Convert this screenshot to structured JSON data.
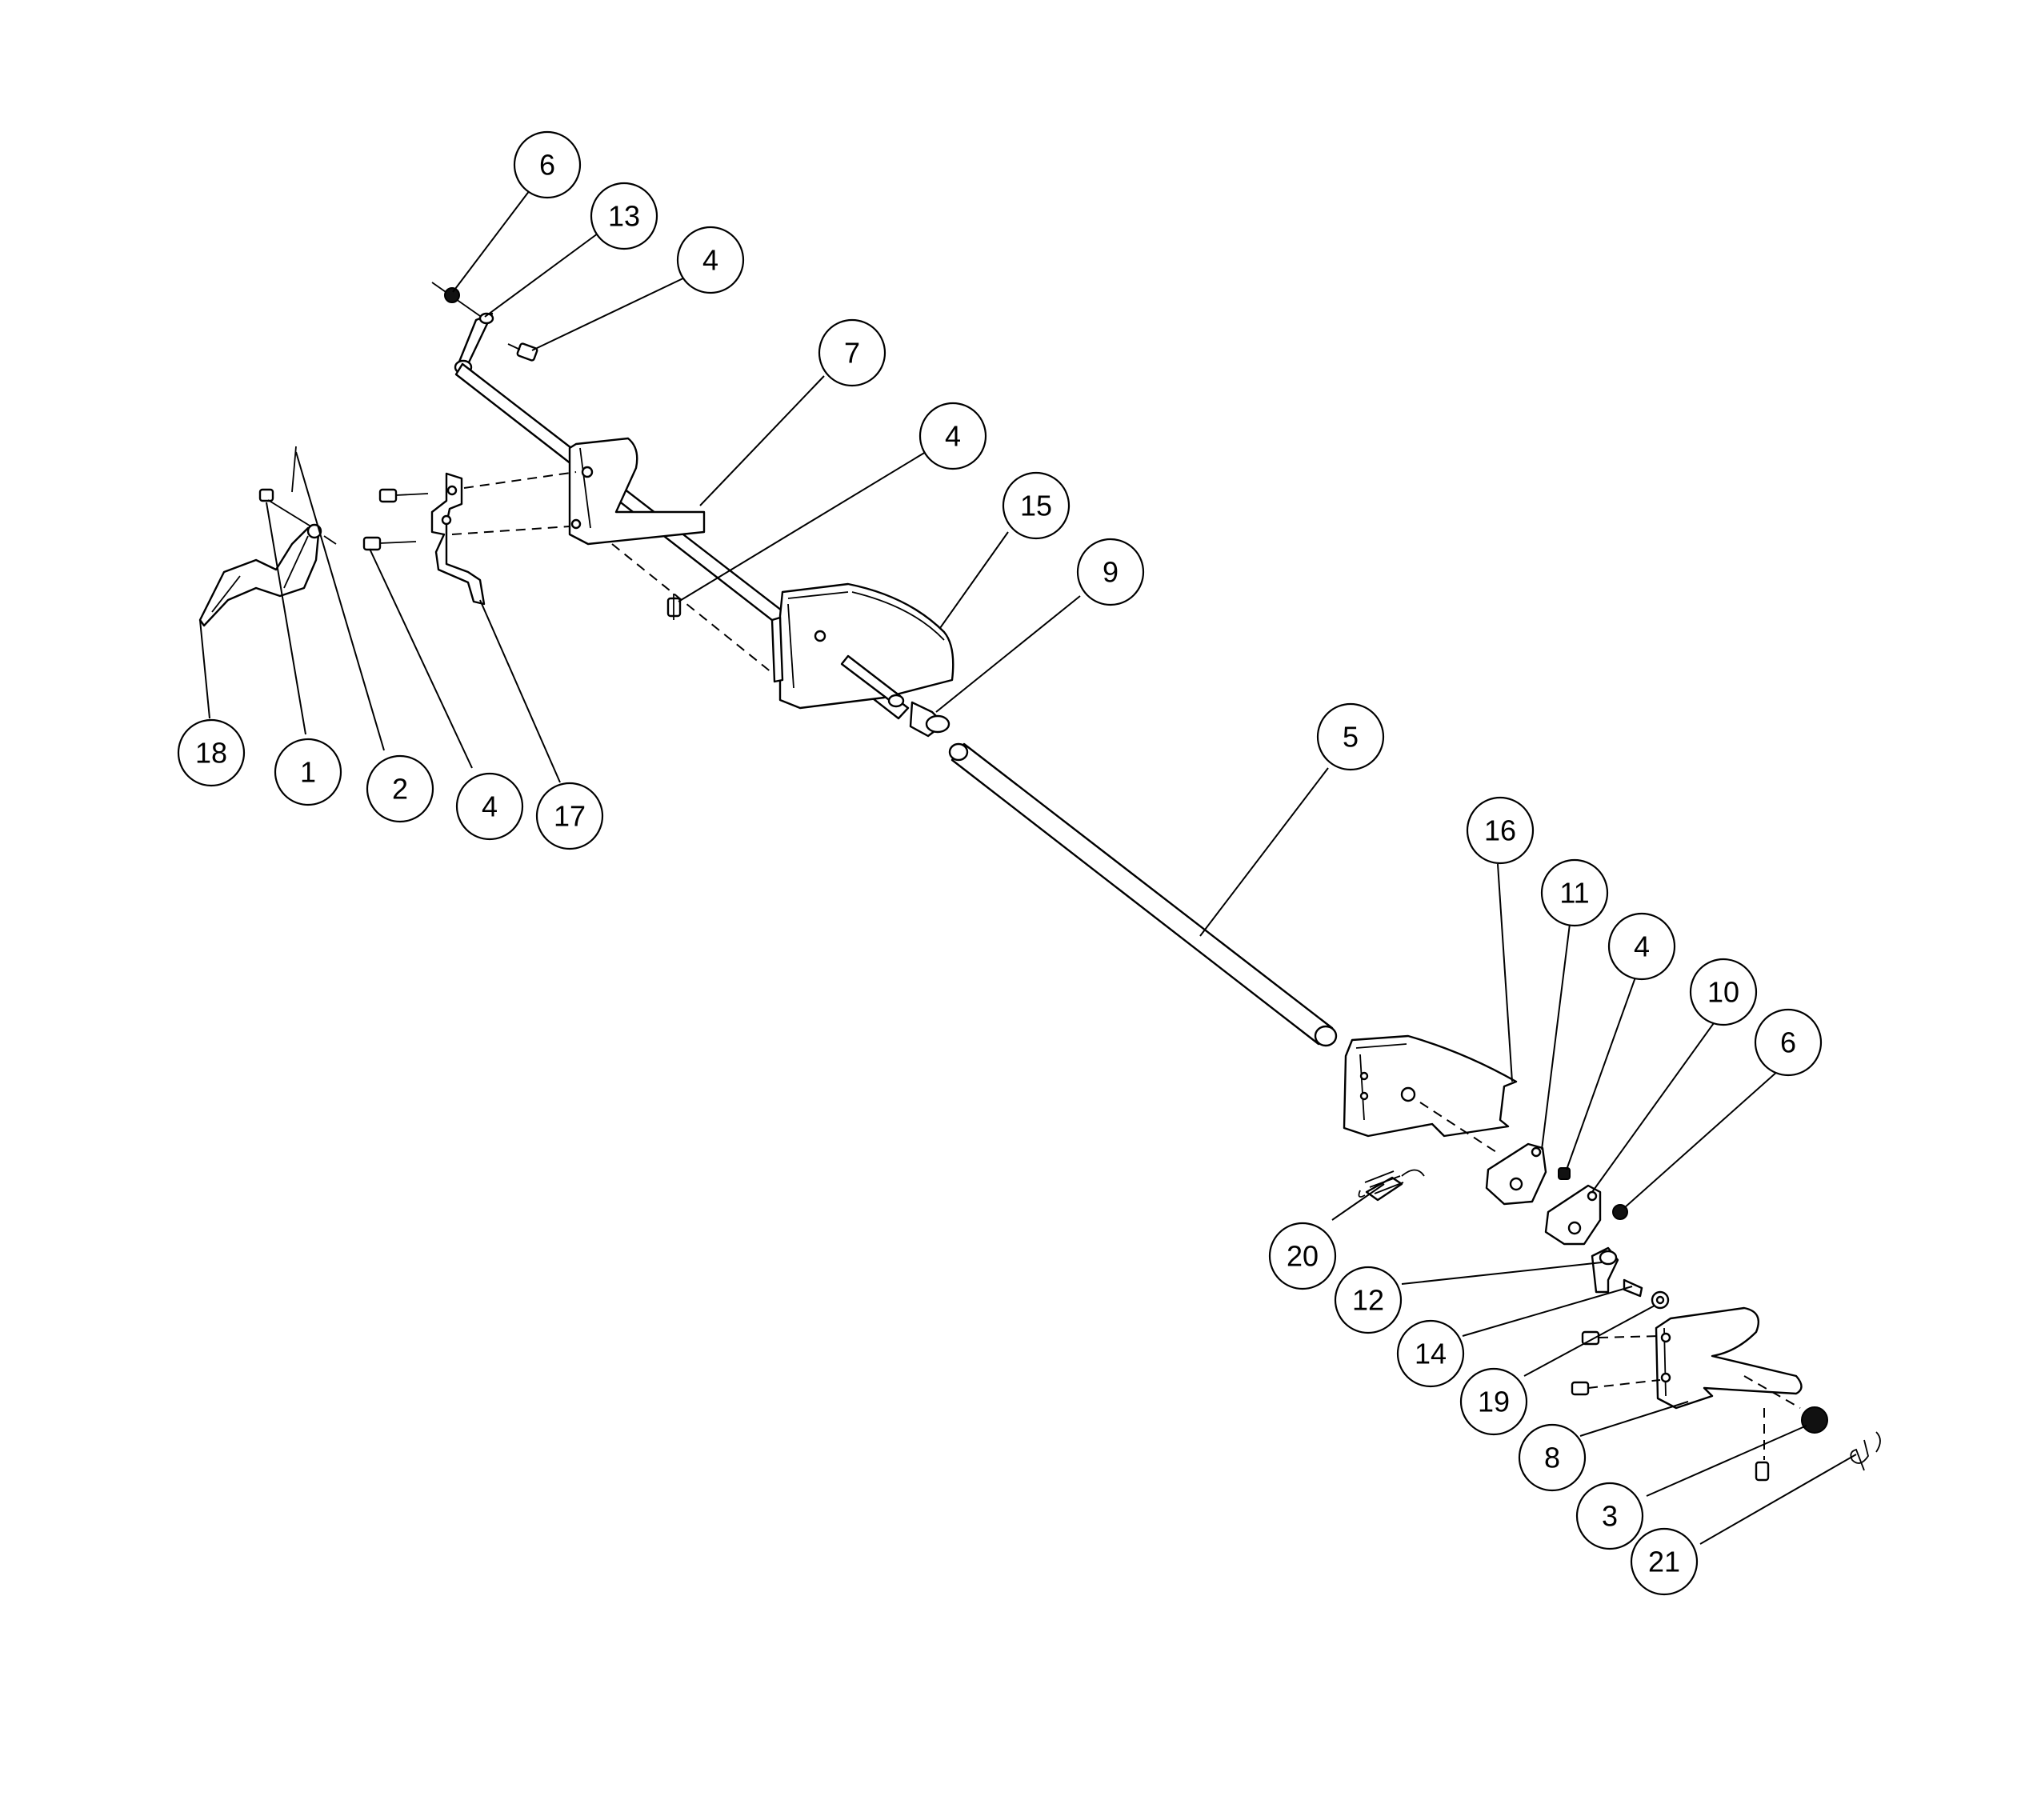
{
  "callouts": [
    {
      "id": "c6a",
      "label": "6"
    },
    {
      "id": "c13",
      "label": "13"
    },
    {
      "id": "c4a",
      "label": "4"
    },
    {
      "id": "c7",
      "label": "7"
    },
    {
      "id": "c4b",
      "label": "4"
    },
    {
      "id": "c15",
      "label": "15"
    },
    {
      "id": "c9",
      "label": "9"
    },
    {
      "id": "c5",
      "label": "5"
    },
    {
      "id": "c18",
      "label": "18"
    },
    {
      "id": "c1",
      "label": "1"
    },
    {
      "id": "c2",
      "label": "2"
    },
    {
      "id": "c4c",
      "label": "4"
    },
    {
      "id": "c17",
      "label": "17"
    },
    {
      "id": "c16",
      "label": "16"
    },
    {
      "id": "c11",
      "label": "11"
    },
    {
      "id": "c4d",
      "label": "4"
    },
    {
      "id": "c10",
      "label": "10"
    },
    {
      "id": "c6b",
      "label": "6"
    },
    {
      "id": "c20",
      "label": "20"
    },
    {
      "id": "c12",
      "label": "12"
    },
    {
      "id": "c14",
      "label": "14"
    },
    {
      "id": "c19",
      "label": "19"
    },
    {
      "id": "c8",
      "label": "8"
    },
    {
      "id": "c3",
      "label": "3"
    },
    {
      "id": "c21",
      "label": "21"
    }
  ]
}
